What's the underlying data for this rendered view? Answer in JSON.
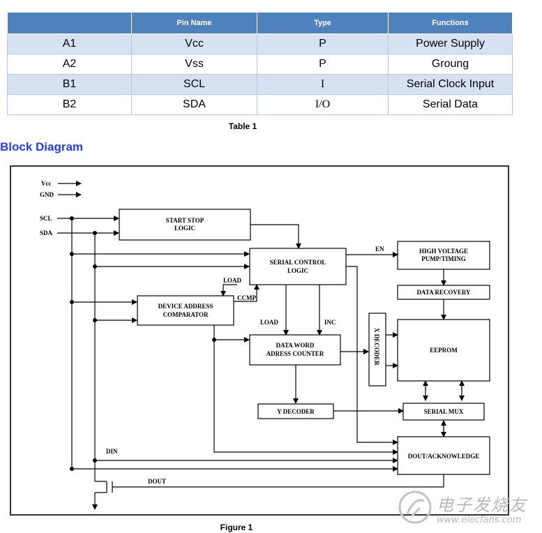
{
  "pin_table": {
    "headers": [
      "",
      "Pin Name",
      "Type",
      "Functions"
    ],
    "rows": [
      {
        "pin": "A1",
        "name": "Vcc",
        "type": "P",
        "function": "Power Supply"
      },
      {
        "pin": "A2",
        "name": "Vss",
        "type": "P",
        "function": "Groung"
      },
      {
        "pin": "B1",
        "name": "SCL",
        "type": "I",
        "function": "Serial Clock Input"
      },
      {
        "pin": "B2",
        "name": "SDA",
        "type": "I/O",
        "function": "Serial Data"
      }
    ],
    "caption": "Table 1"
  },
  "block_diagram": {
    "title": "Block Diagram",
    "caption": "Figure 1",
    "inputs": {
      "vcc": "Vcc",
      "gnd": "GND",
      "scl": "SCL",
      "sda": "SDA"
    },
    "blocks": {
      "start_stop": [
        "START STOP",
        "LOGIC"
      ],
      "serial_control": [
        "SERIAL CONTROL",
        "LOGIC"
      ],
      "high_voltage": [
        "HIGH VOLTAGE",
        "PUMP/TIMING"
      ],
      "data_recovery": "DATA RECOVERY",
      "device_address": [
        "DEVICE ADDRESS",
        "COMPARATOR"
      ],
      "data_word": [
        "DATA WORD",
        "ADRESS COUNTER"
      ],
      "x_decoder": "X DECODER",
      "eeprom": "EEPROM",
      "y_decoder": "Y DECODER",
      "serial_mux": "SERIAL MUX",
      "dout_ack": "DOUT/ACKNOWLEDGE"
    },
    "signals": {
      "en": "EN",
      "load_top": "LOAD",
      "ccmp": "CCMP",
      "load": "LOAD",
      "inc": "INC",
      "din": "DIN",
      "dout": "DOUT"
    }
  },
  "watermark": {
    "chinese": "电子发烧友",
    "url": "www.elecfans.com"
  },
  "colors": {
    "header_bg": "#4f81bd",
    "row_shade": "#d6e2f2",
    "title": "#1f3fff"
  }
}
